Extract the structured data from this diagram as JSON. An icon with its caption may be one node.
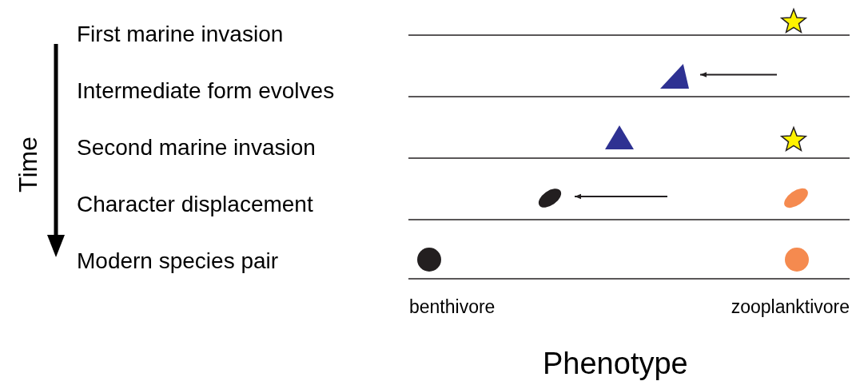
{
  "diagram": {
    "nodes": [
      {
        "text": [],
        "shape": "star"
      },
      {
        "text": [],
        "shape": "triangle"
      },
      {
        "text": [],
        "shape": "triangle"
      },
      {
        "text": [],
        "shape": "star"
      },
      {
        "text": [],
        "shape": "ellipse"
      },
      {
        "text": [],
        "shape": "ellipse"
      },
      {
        "text": [],
        "shape": "circle"
      },
      {
        "text": [],
        "shape": "circle"
      }
    ],
    "edges": [
      {
        "from": null,
        "to": 1,
        "arrow": "to"
      },
      {
        "from": null,
        "to": 4,
        "arrow": "to"
      }
    ],
    "labels": [
      "First marine invasion",
      "Intermediate form evolves",
      "Time",
      "Second marine invasion",
      "Character displacement",
      "Modern species pair",
      "benthivore",
      "zooplanktivore",
      "Phenotype"
    ]
  }
}
